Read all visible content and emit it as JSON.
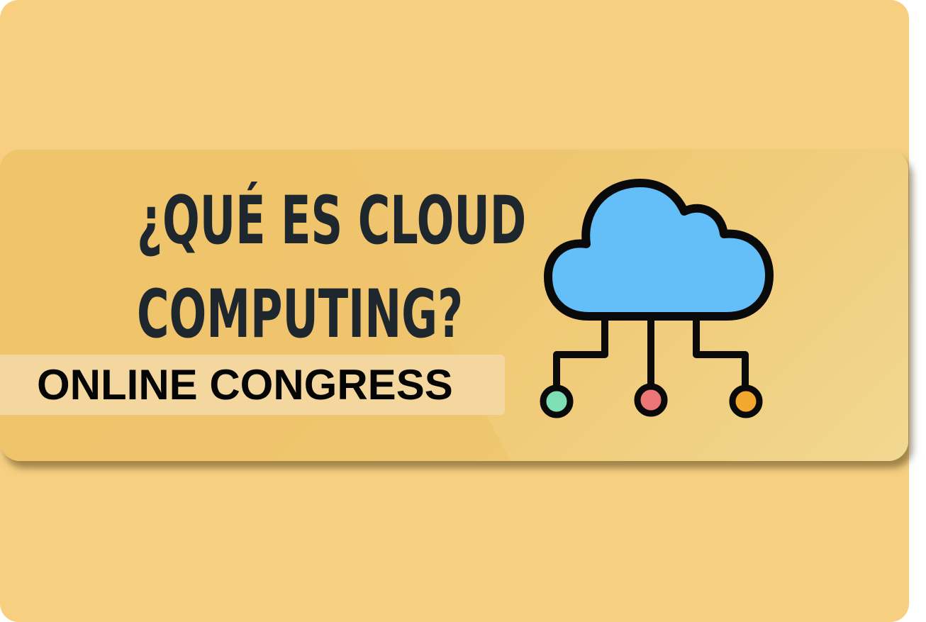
{
  "title": {
    "line1": "¿QUÉ ES CLOUD",
    "line2": "COMPUTING?"
  },
  "tagline": "ONLINE CONGRESS",
  "icon": "cloud-network-icon",
  "colors": {
    "background": "#f6cf80",
    "banner": "#efc56d",
    "tagline_bar": "#f4d79e",
    "title_text": "#1e272e",
    "cloud_fill": "#64bef7",
    "node_green": "#7ddfb3",
    "node_red": "#ec7575",
    "node_orange": "#f3a72e"
  }
}
